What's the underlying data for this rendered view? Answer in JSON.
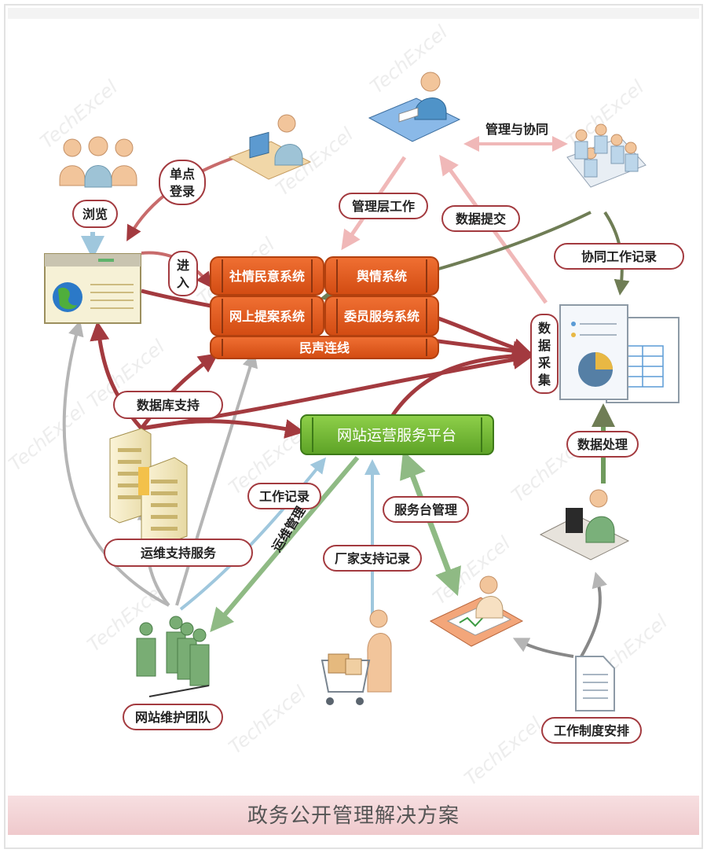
{
  "colors": {
    "accent_red": "#a33a3f",
    "system_orange": "#e55a1c",
    "platform_green": "#6fb733",
    "arrow_gray": "#b5b5b5",
    "arrow_lightblue": "#9fc7dd",
    "arrow_pink": "#f0b8b8",
    "arrow_darkgreen": "#6f7d55",
    "footer_pink": "#f4d4d6"
  },
  "icons": {
    "users_group": "users-group-icon",
    "browser_window": "browser-window-icon",
    "desk_user_top": "desk-user-icon",
    "manager_desk": "manager-desk-icon",
    "meeting_group": "meeting-group-icon",
    "documents": "documents-chart-icon",
    "database": "database-server-icon",
    "computer_worker": "computer-worker-icon",
    "service_desk": "service-desk-icon",
    "vendor_cart": "vendor-cart-icon",
    "maintenance_team": "maintenance-team-icon",
    "document_page": "document-page-icon"
  },
  "labels": {
    "browse": "浏览",
    "sso_line1": "单点",
    "sso_line2": "登录",
    "enter_line1": "进",
    "enter_line2": "入",
    "mgmt_collab": "管理与协同",
    "mgmt_work": "管理层工作",
    "data_submit": "数据提交",
    "collab_record": "协同工作记录",
    "data_collect": [
      "数",
      "据",
      "采",
      "集"
    ],
    "db_support": "数据库支持",
    "data_process": "数据处理",
    "work_record": "工作记录",
    "ops_mgmt": "运维管理",
    "service_desk_mgmt": "服务台管理",
    "ops_support": "运维支持服务",
    "vendor_record": "厂家支持记录",
    "maint_team": "网站维护团队",
    "work_rules": "工作制度安排"
  },
  "systems": {
    "s1": "社情民意系统",
    "s2": "舆情系统",
    "s3": "网上提案系统",
    "s4": "委员服务系统",
    "s5": "民声连线"
  },
  "platform": "网站运营服务平台",
  "footer": "政务公开管理解决方案",
  "watermark": "TechExcel"
}
